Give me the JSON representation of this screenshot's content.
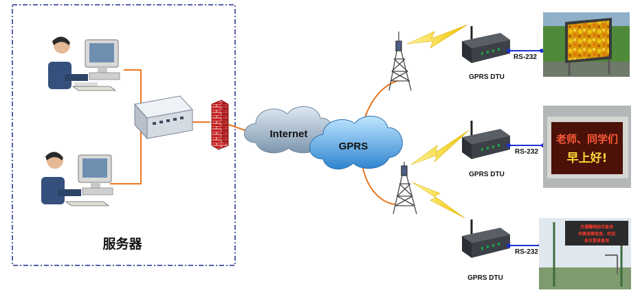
{
  "server_group": {
    "label": "服务器"
  },
  "clouds": {
    "internet": "Internet",
    "gprs": "GPRS"
  },
  "dtus": [
    {
      "label": "GPRS DTU",
      "link": "RS-232"
    },
    {
      "label": "GPRS DTU",
      "link": "RS-232"
    },
    {
      "label": "GPRS DTU",
      "link": "RS-232"
    }
  ],
  "led_signs": {
    "school_line1": "老师、同学们",
    "school_line2": "早上好!",
    "traffic_line1": "交通警网站可查询",
    "traffic_line2": "车辆违章信息，欢迎",
    "traffic_line3": "各位登录查询"
  },
  "colors": {
    "link": "#e8761e",
    "serial": "#1c2fd6",
    "border": "#1a2a8a",
    "cloud": "#a9bfd3",
    "gprs_cloud": "#4fa0e0",
    "lightning": "#f2d200",
    "firewall": "#c62020"
  },
  "icons": [
    "computer-user-icon",
    "switch-hub-icon",
    "firewall-icon",
    "cloud-icon",
    "antenna-tower-icon",
    "lightning-icon",
    "dtu-modem-icon",
    "led-display-icon"
  ]
}
